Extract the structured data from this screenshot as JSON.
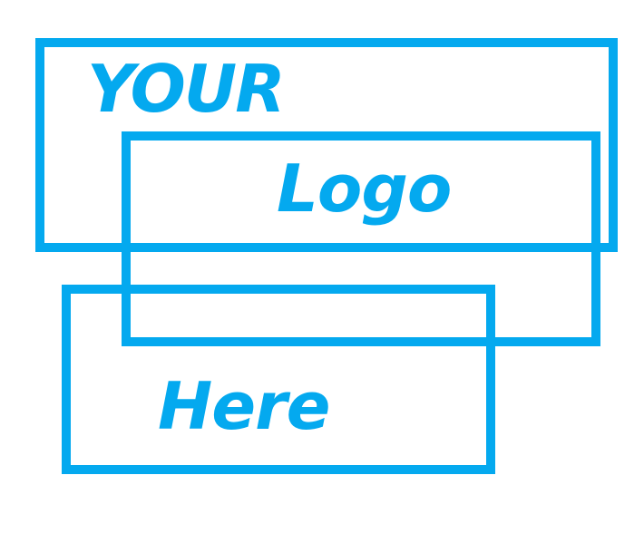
{
  "logo": {
    "words": [
      "YOUR",
      "Logo",
      "Here"
    ],
    "accent_color": "#04a9ef",
    "background_color": "#ffffff"
  }
}
